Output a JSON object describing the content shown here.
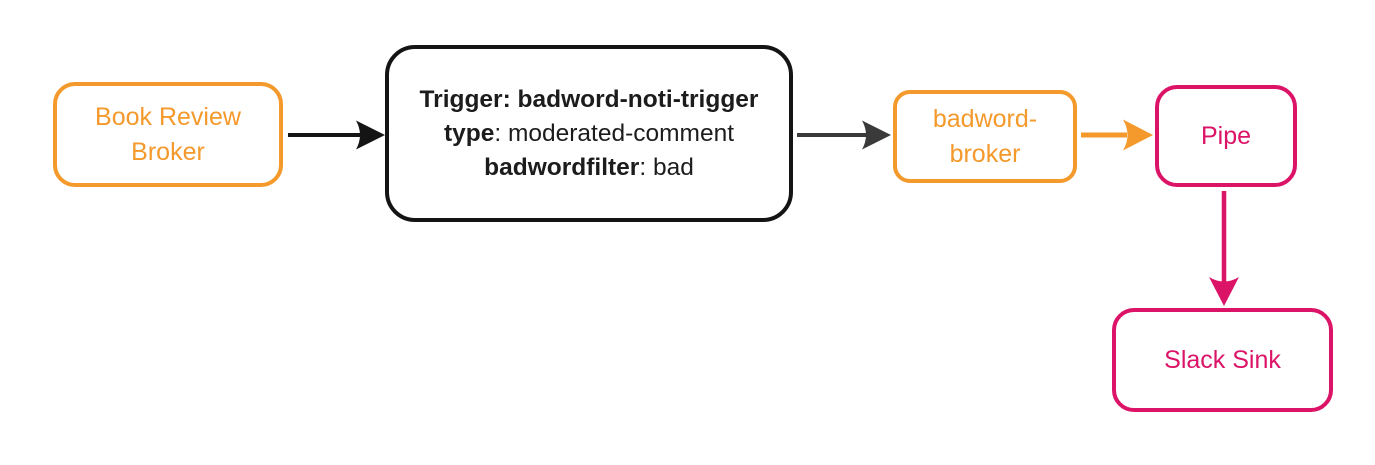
{
  "colors": {
    "orange": "#F4992B",
    "pink": "#DB1467",
    "edge-black": "#141414",
    "edge-gray": "#3A3A3A",
    "ink": "#1C1C1C"
  },
  "nodes": {
    "book_review_broker": {
      "label": "Book Review Broker"
    },
    "trigger": {
      "line1": "Trigger: badword-noti-trigger",
      "line2_key": "type",
      "line2_value": ": moderated-comment",
      "line3_key": "badwordfilter",
      "line3_value": ": bad"
    },
    "badword_broker": {
      "label": "badword-broker"
    },
    "pipe": {
      "label": "Pipe"
    },
    "slack_sink": {
      "label": "Slack Sink"
    }
  }
}
